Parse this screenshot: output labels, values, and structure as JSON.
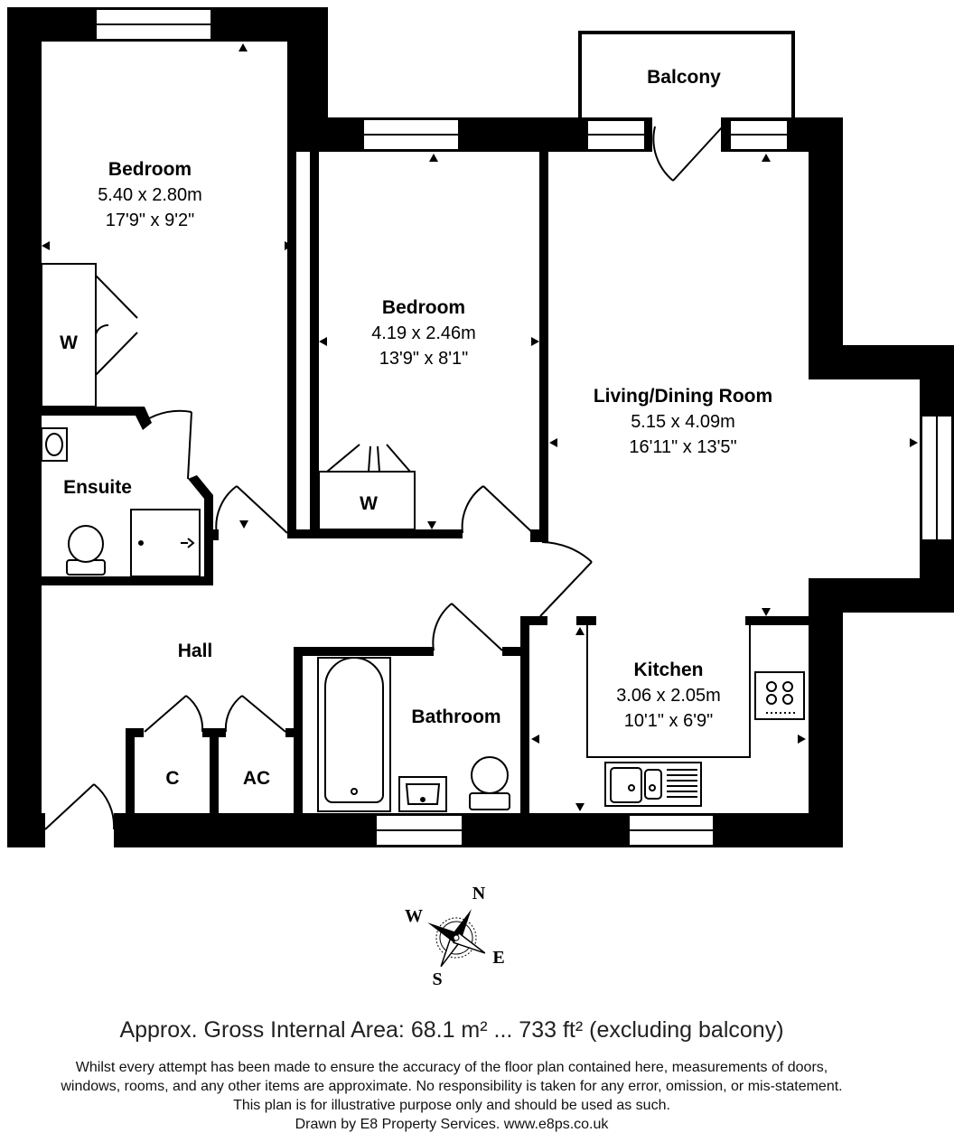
{
  "rooms": {
    "bedroom1": {
      "name": "Bedroom",
      "metric": "5.40 x 2.80m",
      "imperial": "17'9\" x 9'2\""
    },
    "bedroom2": {
      "name": "Bedroom",
      "metric": "4.19 x 2.46m",
      "imperial": "13'9\" x 8'1\""
    },
    "living": {
      "name": "Living/Dining Room",
      "metric": "5.15 x 4.09m",
      "imperial": "16'11\" x 13'5\""
    },
    "kitchen": {
      "name": "Kitchen",
      "metric": "3.06 x 2.05m",
      "imperial": "10'1\" x 6'9\""
    },
    "balcony": {
      "name": "Balcony"
    },
    "ensuite": {
      "name": "Ensuite"
    },
    "hall": {
      "name": "Hall"
    },
    "bathroom": {
      "name": "Bathroom"
    },
    "cupboard": {
      "name": "C"
    },
    "airing_cupboard": {
      "name": "AC"
    },
    "wardrobe1": {
      "name": "W"
    },
    "wardrobe2": {
      "name": "W"
    }
  },
  "compass": {
    "n": "N",
    "e": "E",
    "s": "S",
    "w": "W"
  },
  "footer": {
    "area": "Approx. Gross Internal Area: 68.1 m² ... 733 ft² (excluding balcony)",
    "disclaimer_lines": [
      "Whilst every attempt has been made to ensure the accuracy of the floor plan contained here, measurements of doors,",
      "windows, rooms, and any other items are approximate. No responsibility is taken for any error, omission, or mis-statement.",
      "This plan is for illustrative purpose only and should be used as such.",
      "Drawn by E8 Property Services. www.e8ps.co.uk"
    ]
  },
  "colors": {
    "wall": "#000000",
    "background": "#ffffff"
  }
}
